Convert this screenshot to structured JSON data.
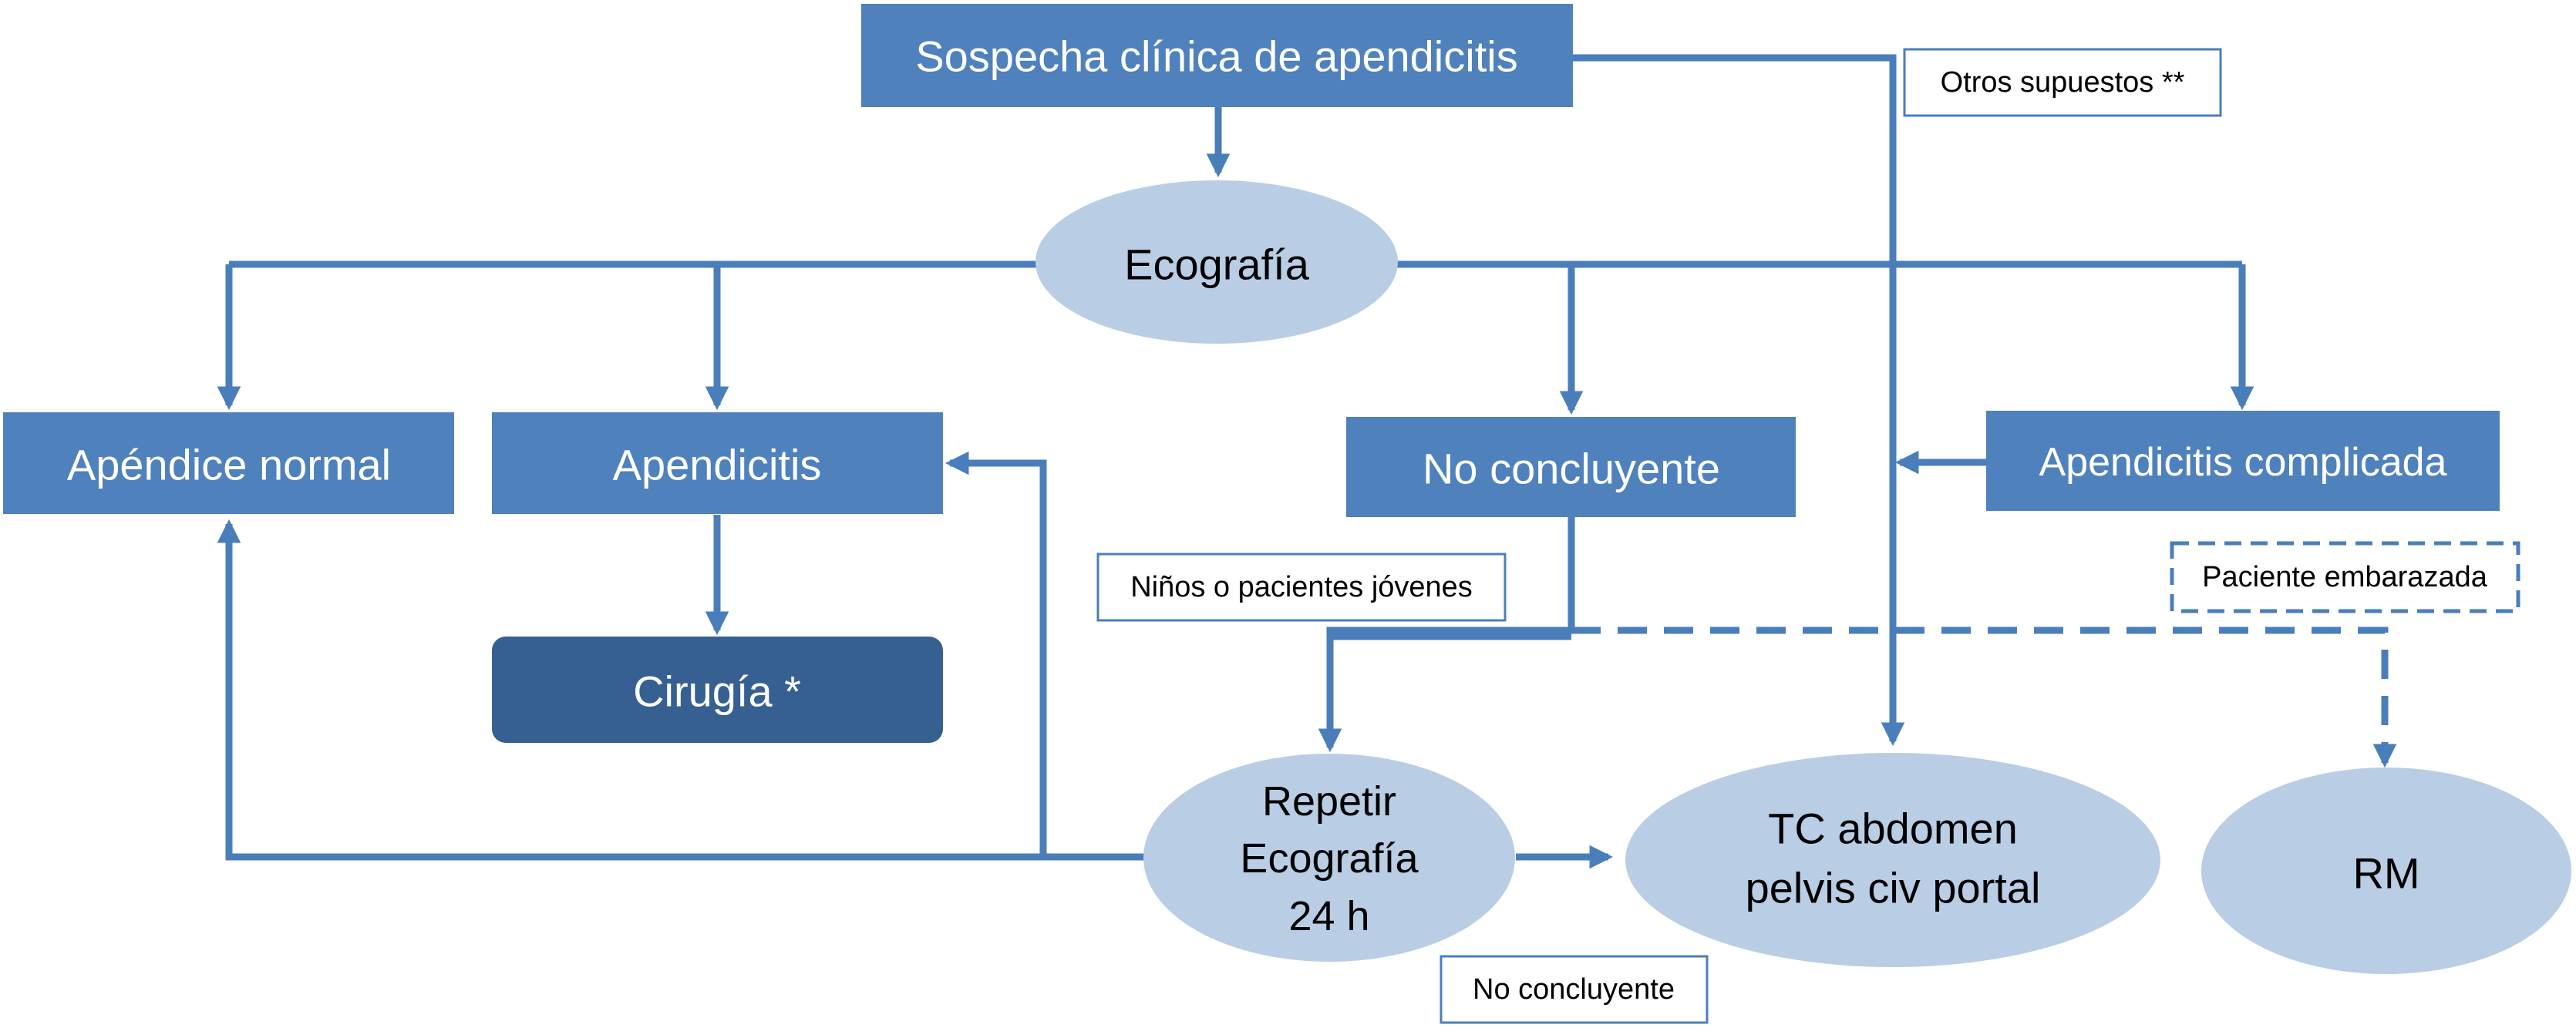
{
  "colors": {
    "box": "#4f81bd",
    "surgery_box": "#376092",
    "ellipse": "#b9cde5",
    "connector": "#4a7ebb",
    "text_light": "#ffffff",
    "text_dark": "#000000"
  },
  "nodes": {
    "suspicion": "Sospecha clínica de apendicitis",
    "ultrasound": "Ecografía",
    "normal_appendix": "Apéndice normal",
    "appendicitis": "Apendicitis",
    "inconclusive": "No concluyente",
    "complicated": "Apendicitis complicada",
    "surgery": "Cirugía *",
    "repeat_us": [
      "Repetir",
      "Ecografía",
      "24 h"
    ],
    "ct": [
      "TC abdomen",
      "pelvis civ portal"
    ],
    "mri": "RM"
  },
  "labels": {
    "other_cases": "Otros supuestos **",
    "children": "Niños o pacientes jóvenes",
    "pregnant": "Paciente embarazada",
    "inconclusive_repeat": "No concluyente"
  }
}
